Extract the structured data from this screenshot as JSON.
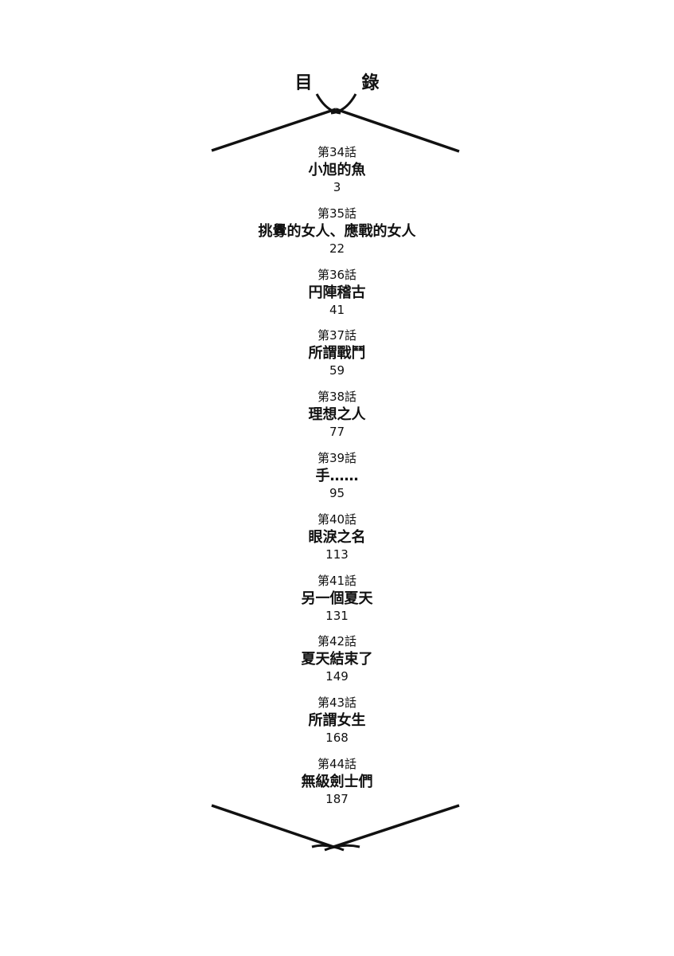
{
  "title": "目　錄",
  "entries": [
    {
      "chapter": "第34話",
      "name": "小旭的魚",
      "page": "3"
    },
    {
      "chapter": "第35話",
      "name": "挑釁的女人、應戰的女人",
      "page": "22"
    },
    {
      "chapter": "第36話",
      "name": "円陣稽古",
      "page": "41"
    },
    {
      "chapter": "第37話",
      "name": "所謂戰鬥",
      "page": "59"
    },
    {
      "chapter": "第38話",
      "name": "理想之人",
      "page": "77"
    },
    {
      "chapter": "第39話",
      "name": "手……",
      "page": "95"
    },
    {
      "chapter": "第40話",
      "name": "眼淚之名",
      "page": "113"
    },
    {
      "chapter": "第41話",
      "name": "另一個夏天",
      "page": "131"
    },
    {
      "chapter": "第42話",
      "name": "夏天結束了",
      "page": "149"
    },
    {
      "chapter": "第43話",
      "name": "所謂女生",
      "page": "168"
    },
    {
      "chapter": "第44話",
      "name": "無級劍士們",
      "page": "187"
    }
  ]
}
